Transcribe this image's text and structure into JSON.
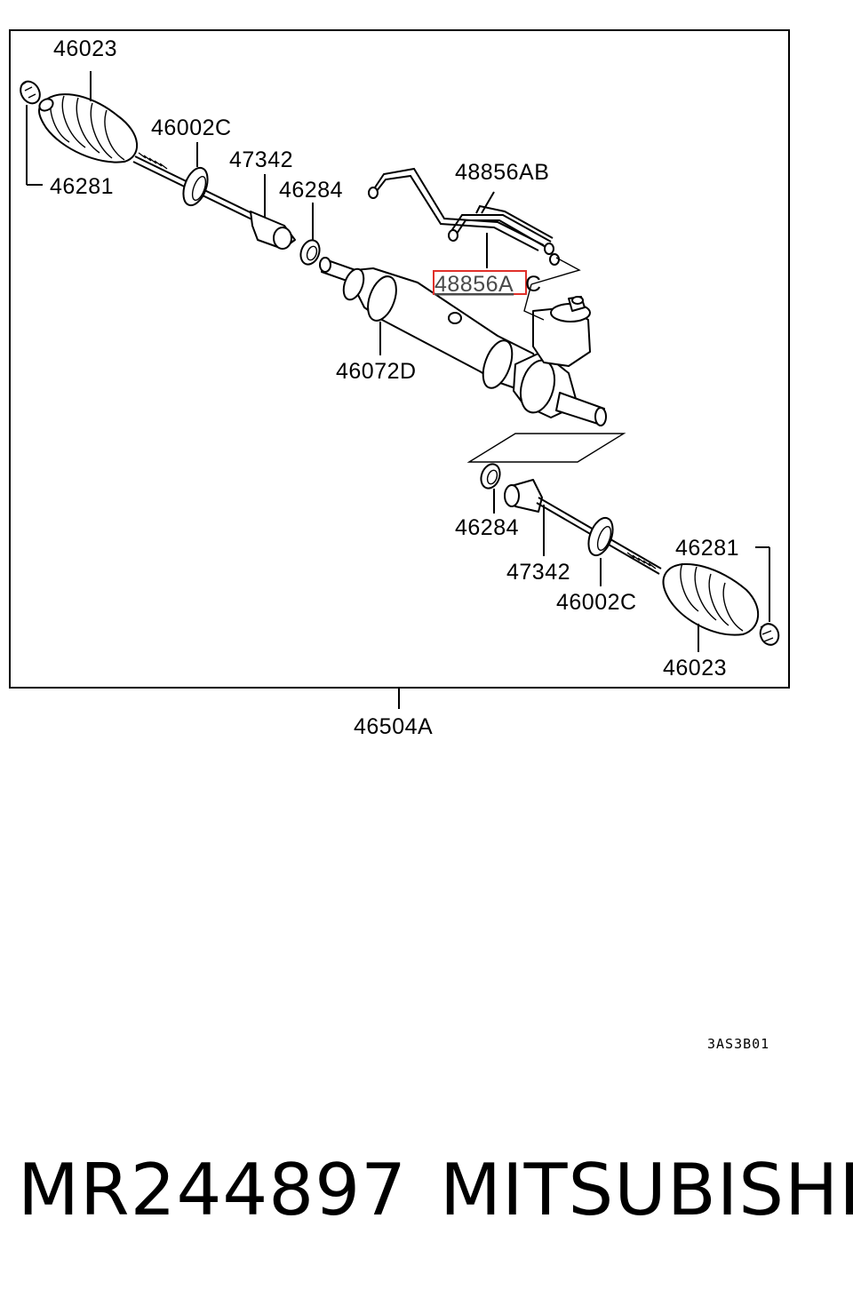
{
  "diagram": {
    "callouts": {
      "boot_top": "46023",
      "clamp_top": "46281",
      "band_top": "46002C",
      "tie_rod_top": "47342",
      "washer_top": "46284",
      "line_ab": "48856AB",
      "line_ac_prefix": "48856A",
      "line_ac_suffix": "C",
      "housing": "46072D",
      "washer_bottom": "46284",
      "tie_rod_bottom": "47342",
      "band_bottom": "46002C",
      "clamp_bottom": "46281",
      "boot_bottom": "46023",
      "assembly": "46504A"
    },
    "figure_code": "3AS3B01",
    "highlight_color": "#e0302a"
  },
  "footer": {
    "part_number": "MR244897",
    "brand": "MITSUBISHI"
  }
}
